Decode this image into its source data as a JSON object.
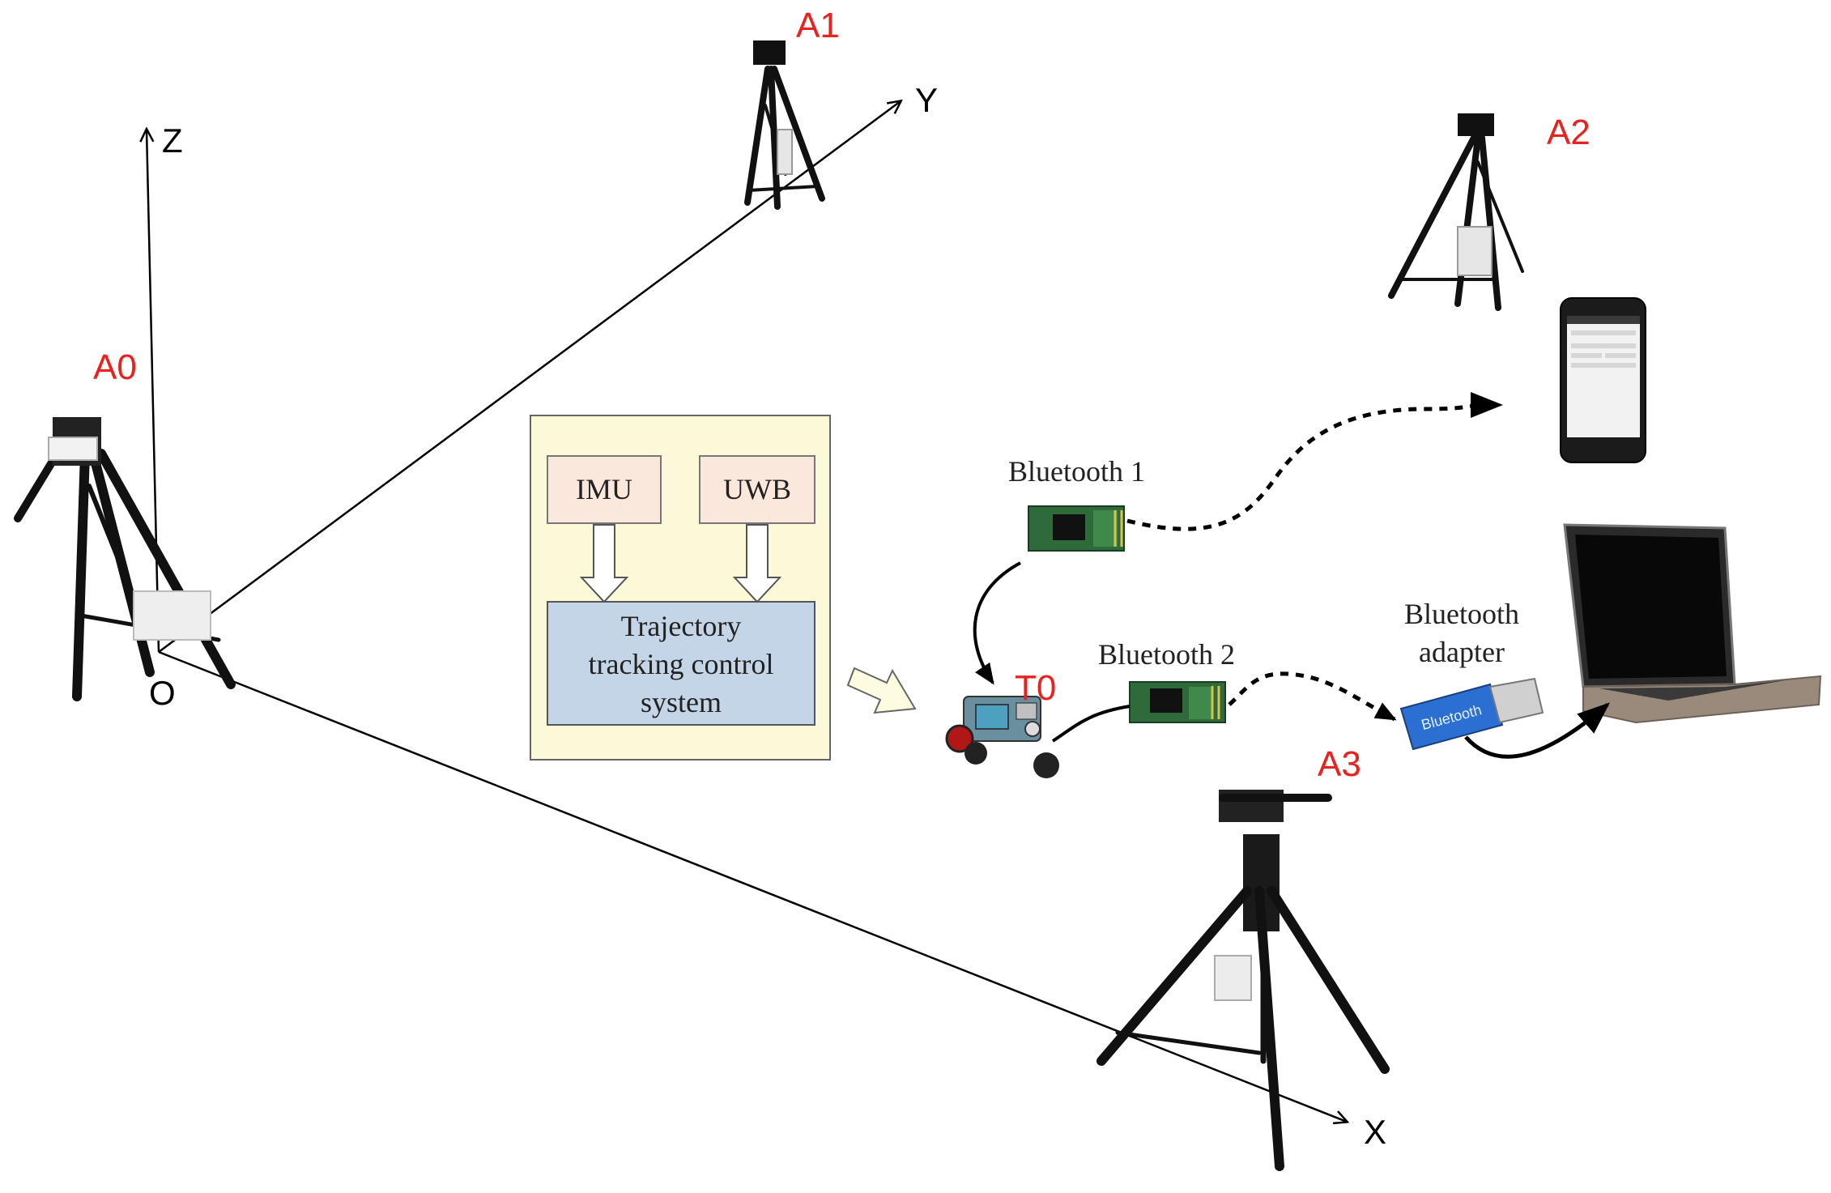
{
  "axes": {
    "origin": "O",
    "x": "X",
    "y": "Y",
    "z": "Z"
  },
  "anchors": {
    "a0": "A0",
    "a1": "A1",
    "a2": "A2",
    "a3": "A3"
  },
  "tag": "T0",
  "block_diagram": {
    "imu": "IMU",
    "uwb": "UWB",
    "controller": [
      "Trajectory",
      "tracking control",
      "system"
    ]
  },
  "modules": {
    "bluetooth_1": "Bluetooth 1",
    "bluetooth_2": "Bluetooth 2",
    "adapter": [
      "Bluetooth",
      "adapter"
    ],
    "adapter_print": "Bluetooth"
  },
  "colors": {
    "anchor_label": "#e8231f",
    "block_bg": "#fcf9d9",
    "sensor_box": "#fbe8dc",
    "controller_box": "#c3d5e6",
    "pcb_green": "#2f6b3a",
    "adapter_blue": "#2a6fd1"
  }
}
